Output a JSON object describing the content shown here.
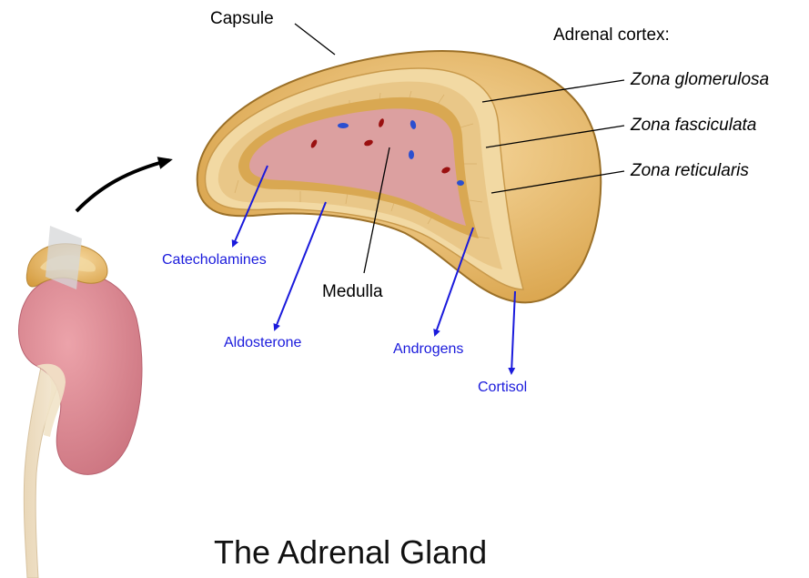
{
  "title": "The Adrenal Gland",
  "labels": {
    "capsule": "Capsule",
    "adrenal_cortex": "Adrenal cortex:",
    "zona_glomerulosa": "Zona glomerulosa",
    "zona_fasciculata": "Zona fasciculata",
    "zona_reticularis": "Zona reticularis",
    "medulla": "Medulla"
  },
  "secretions": {
    "catecholamines": "Catecholamines",
    "aldosterone": "Aldosterone",
    "androgens": "Androgens",
    "cortisol": "Cortisol"
  },
  "colors": {
    "label_blue": "#1a1adc",
    "gland_gold": "#e8b864",
    "cortex_tan": "#f0d49a",
    "medulla_pink": "#dc9a9a",
    "kidney_pink": "#d9818a"
  }
}
